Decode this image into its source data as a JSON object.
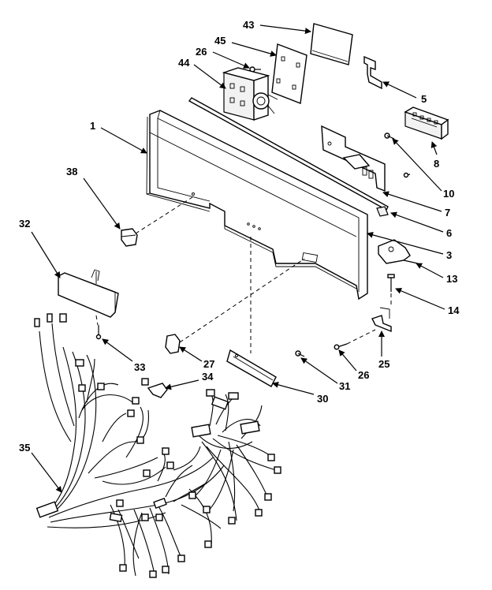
{
  "callouts": {
    "c1": "1",
    "c3": "3",
    "c5": "5",
    "c6": "6",
    "c7": "7",
    "c8": "8",
    "c10": "10",
    "c13": "13",
    "c14": "14",
    "c25": "25",
    "c26a": "26",
    "c26b": "26",
    "c27": "27",
    "c30": "30",
    "c31": "31",
    "c32": "32",
    "c33": "33",
    "c34": "34",
    "c35": "35",
    "c38": "38",
    "c43": "43",
    "c44": "44",
    "c45": "45"
  },
  "colors": {
    "line": "#000000",
    "background": "#ffffff"
  }
}
